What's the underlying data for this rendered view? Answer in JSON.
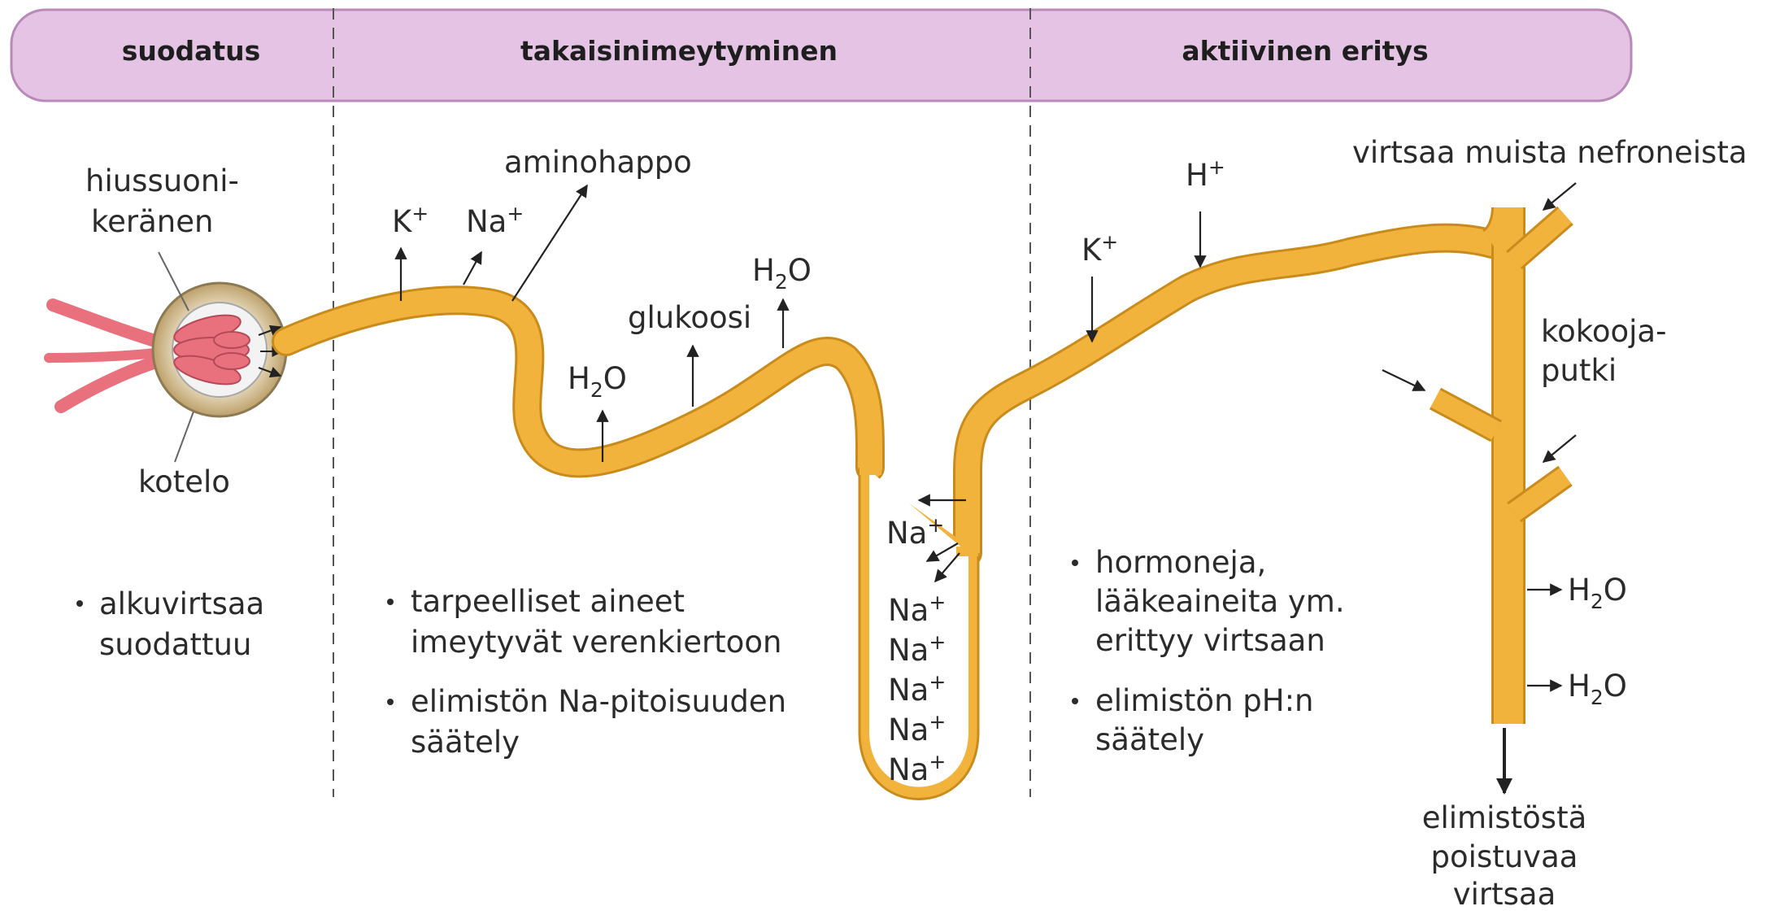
{
  "headers": [
    "suodatus",
    "takaisinimeytyminen",
    "aktiivinen eritys"
  ],
  "labels": {
    "capillary_line1": "hiussuoni-",
    "capillary_line2": "keränen",
    "capsule": "kotelo",
    "amino_acid": "aminohappo",
    "potassium": "K",
    "sodium": "Na",
    "glucose": "glukoosi",
    "water_h": "H",
    "water_sub": "2",
    "water_o": "O",
    "plus": "+",
    "hydrogen": "H",
    "from_other_nephrons": "virtsaa muista nefroneista",
    "collecting_duct_line1": "kokooja-",
    "collecting_duct_line2": "putki",
    "outflow_line1": "elimistöstä",
    "outflow_line2": "poistuvaa",
    "outflow_line3": "virtsaa"
  },
  "bullets": {
    "filtration": [
      {
        "line1": "alkuvirtsaa",
        "line2": "suodattuu"
      }
    ],
    "reabsorption": [
      {
        "line1": "tarpeelliset aineet",
        "line2": "imeytyvät verenkiertoon"
      },
      {
        "line1": "elimistön Na-pitoisuuden",
        "line2": "säätely"
      }
    ],
    "secretion": [
      {
        "line1": "hormoneja,",
        "line2": "lääkeaineita ym.",
        "line3": "erittyy virtsaan"
      },
      {
        "line1": "elimistön pH:n",
        "line2": "säätely"
      }
    ]
  },
  "colors": {
    "header_band": "#e4c3e4",
    "header_border": "#b98ab9",
    "tubule": "#f2b33d",
    "tubule_edge": "#c98b1c",
    "capillary": "#e9717d",
    "capsule": "#cfb98a",
    "arrow": "#222222",
    "divider": "#555555"
  },
  "icons": [
    "arrow-icon"
  ]
}
